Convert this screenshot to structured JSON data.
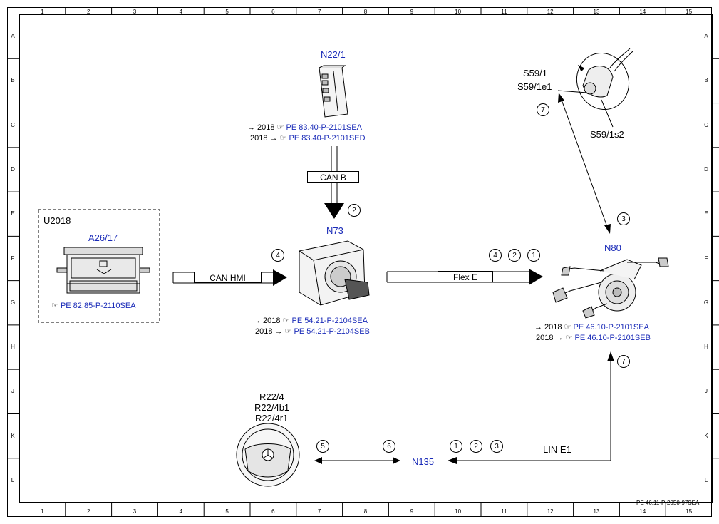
{
  "grid_columns": [
    "1",
    "2",
    "3",
    "4",
    "5",
    "6",
    "7",
    "8",
    "9",
    "10",
    "11",
    "12",
    "13",
    "14",
    "15"
  ],
  "grid_rows": [
    "A",
    "B",
    "C",
    "D",
    "E",
    "F",
    "G",
    "H",
    "J",
    "K",
    "L"
  ],
  "components": {
    "n22_1": {
      "code": "N22/1",
      "refs": [
        {
          "prefix": "→ 2018",
          "text": "PE 83.40-P-2101SEA"
        },
        {
          "prefix": "2018 →",
          "text": "PE 83.40-P-2101SED"
        }
      ]
    },
    "n73": {
      "code": "N73",
      "refs": [
        {
          "prefix": "→ 2018",
          "text": "PE 54.21-P-2104SEA"
        },
        {
          "prefix": "2018 →",
          "text": "PE 54.21-P-2104SEB"
        }
      ]
    },
    "n80": {
      "code": "N80",
      "refs": [
        {
          "prefix": "→ 2018",
          "text": "PE 46.10-P-2101SEA"
        },
        {
          "prefix": "2018 →",
          "text": "PE 46.10-P-2101SEB"
        }
      ]
    },
    "a26_17": {
      "group": "U2018",
      "code": "A26/17",
      "ref": "PE 82.85-P-2110SEA"
    },
    "s59": {
      "codes": [
        "S59/1",
        "S59/1e1"
      ],
      "s2": "S59/1s2"
    },
    "r22": {
      "codes": [
        "R22/4",
        "R22/4b1",
        "R22/4r1"
      ]
    },
    "n135": {
      "code": "N135"
    }
  },
  "buses": {
    "can_b": "CAN B",
    "can_hmi": "CAN HMI",
    "flex_e": "Flex E",
    "lin_e1": "LIN E1"
  },
  "circles": {
    "c_canb": "2",
    "c_canhmi": "4",
    "c_flex1": "4",
    "c_flex2": "2",
    "c_flex3": "1",
    "c_s59": "7",
    "c_n80top": "3",
    "c_n80bottom": "7",
    "c_r22a": "5",
    "c_r22b": "6",
    "c_lin1": "1",
    "c_lin2": "2",
    "c_lin3": "3"
  },
  "footer_code": "PE 46.11-P-2050-97SEA",
  "hand_icon": "pointing-hand-icon"
}
